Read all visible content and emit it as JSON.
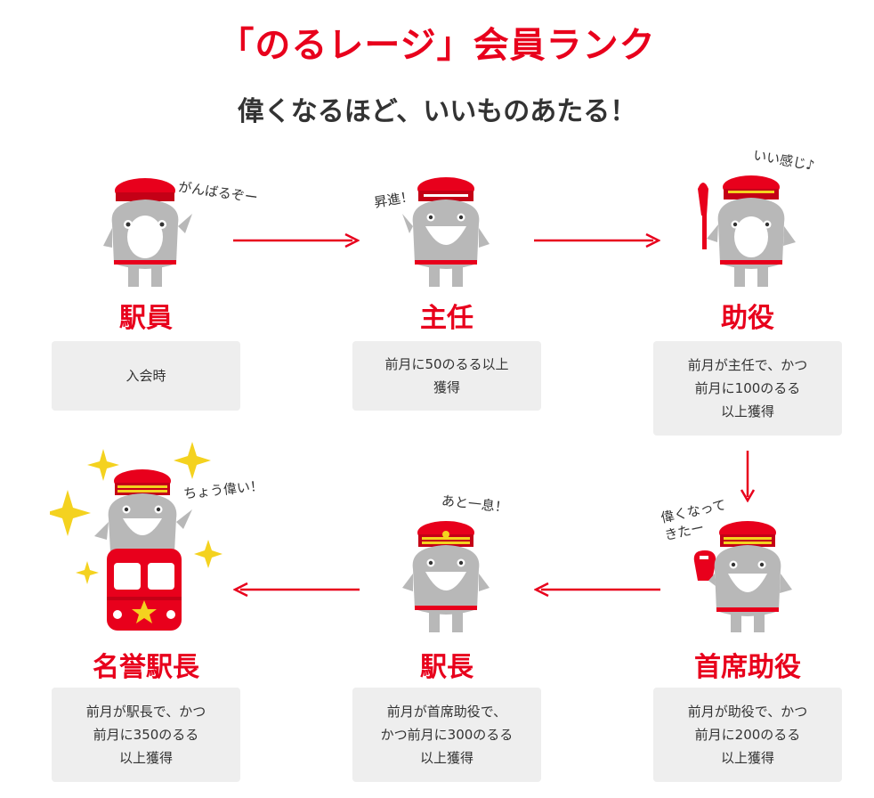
{
  "title": "「のるレージ」会員ランク",
  "subtitle": "偉くなるほど、いいものあたる！",
  "ranks": [
    {
      "name": "駅員",
      "condition": "入会時",
      "speech": "がんばるぞー"
    },
    {
      "name": "主任",
      "condition": "前月に50のるる以上\n獲得",
      "speech": "昇進！"
    },
    {
      "name": "助役",
      "condition": "前月が主任で、かつ\n前月に100のるる\n以上獲得",
      "speech": "いい感じ♪"
    },
    {
      "name": "首席助役",
      "condition": "前月が助役で、かつ\n前月に200のるる\n以上獲得",
      "speech": "偉くなって\nきたー"
    },
    {
      "name": "駅長",
      "condition": "前月が首席助役で、\nかつ前月に300のるる\n以上獲得",
      "speech": "あと一息！"
    },
    {
      "name": "名誉駅長",
      "condition": "前月が駅長で、かつ\n前月に350のるる\n以上獲得",
      "speech": "ちょう偉い！"
    }
  ],
  "colors": {
    "brand_red": "#e8001c",
    "card_bg": "#eeeeee",
    "body_gray": "#b8b8b8",
    "gold": "#f4d21f"
  }
}
